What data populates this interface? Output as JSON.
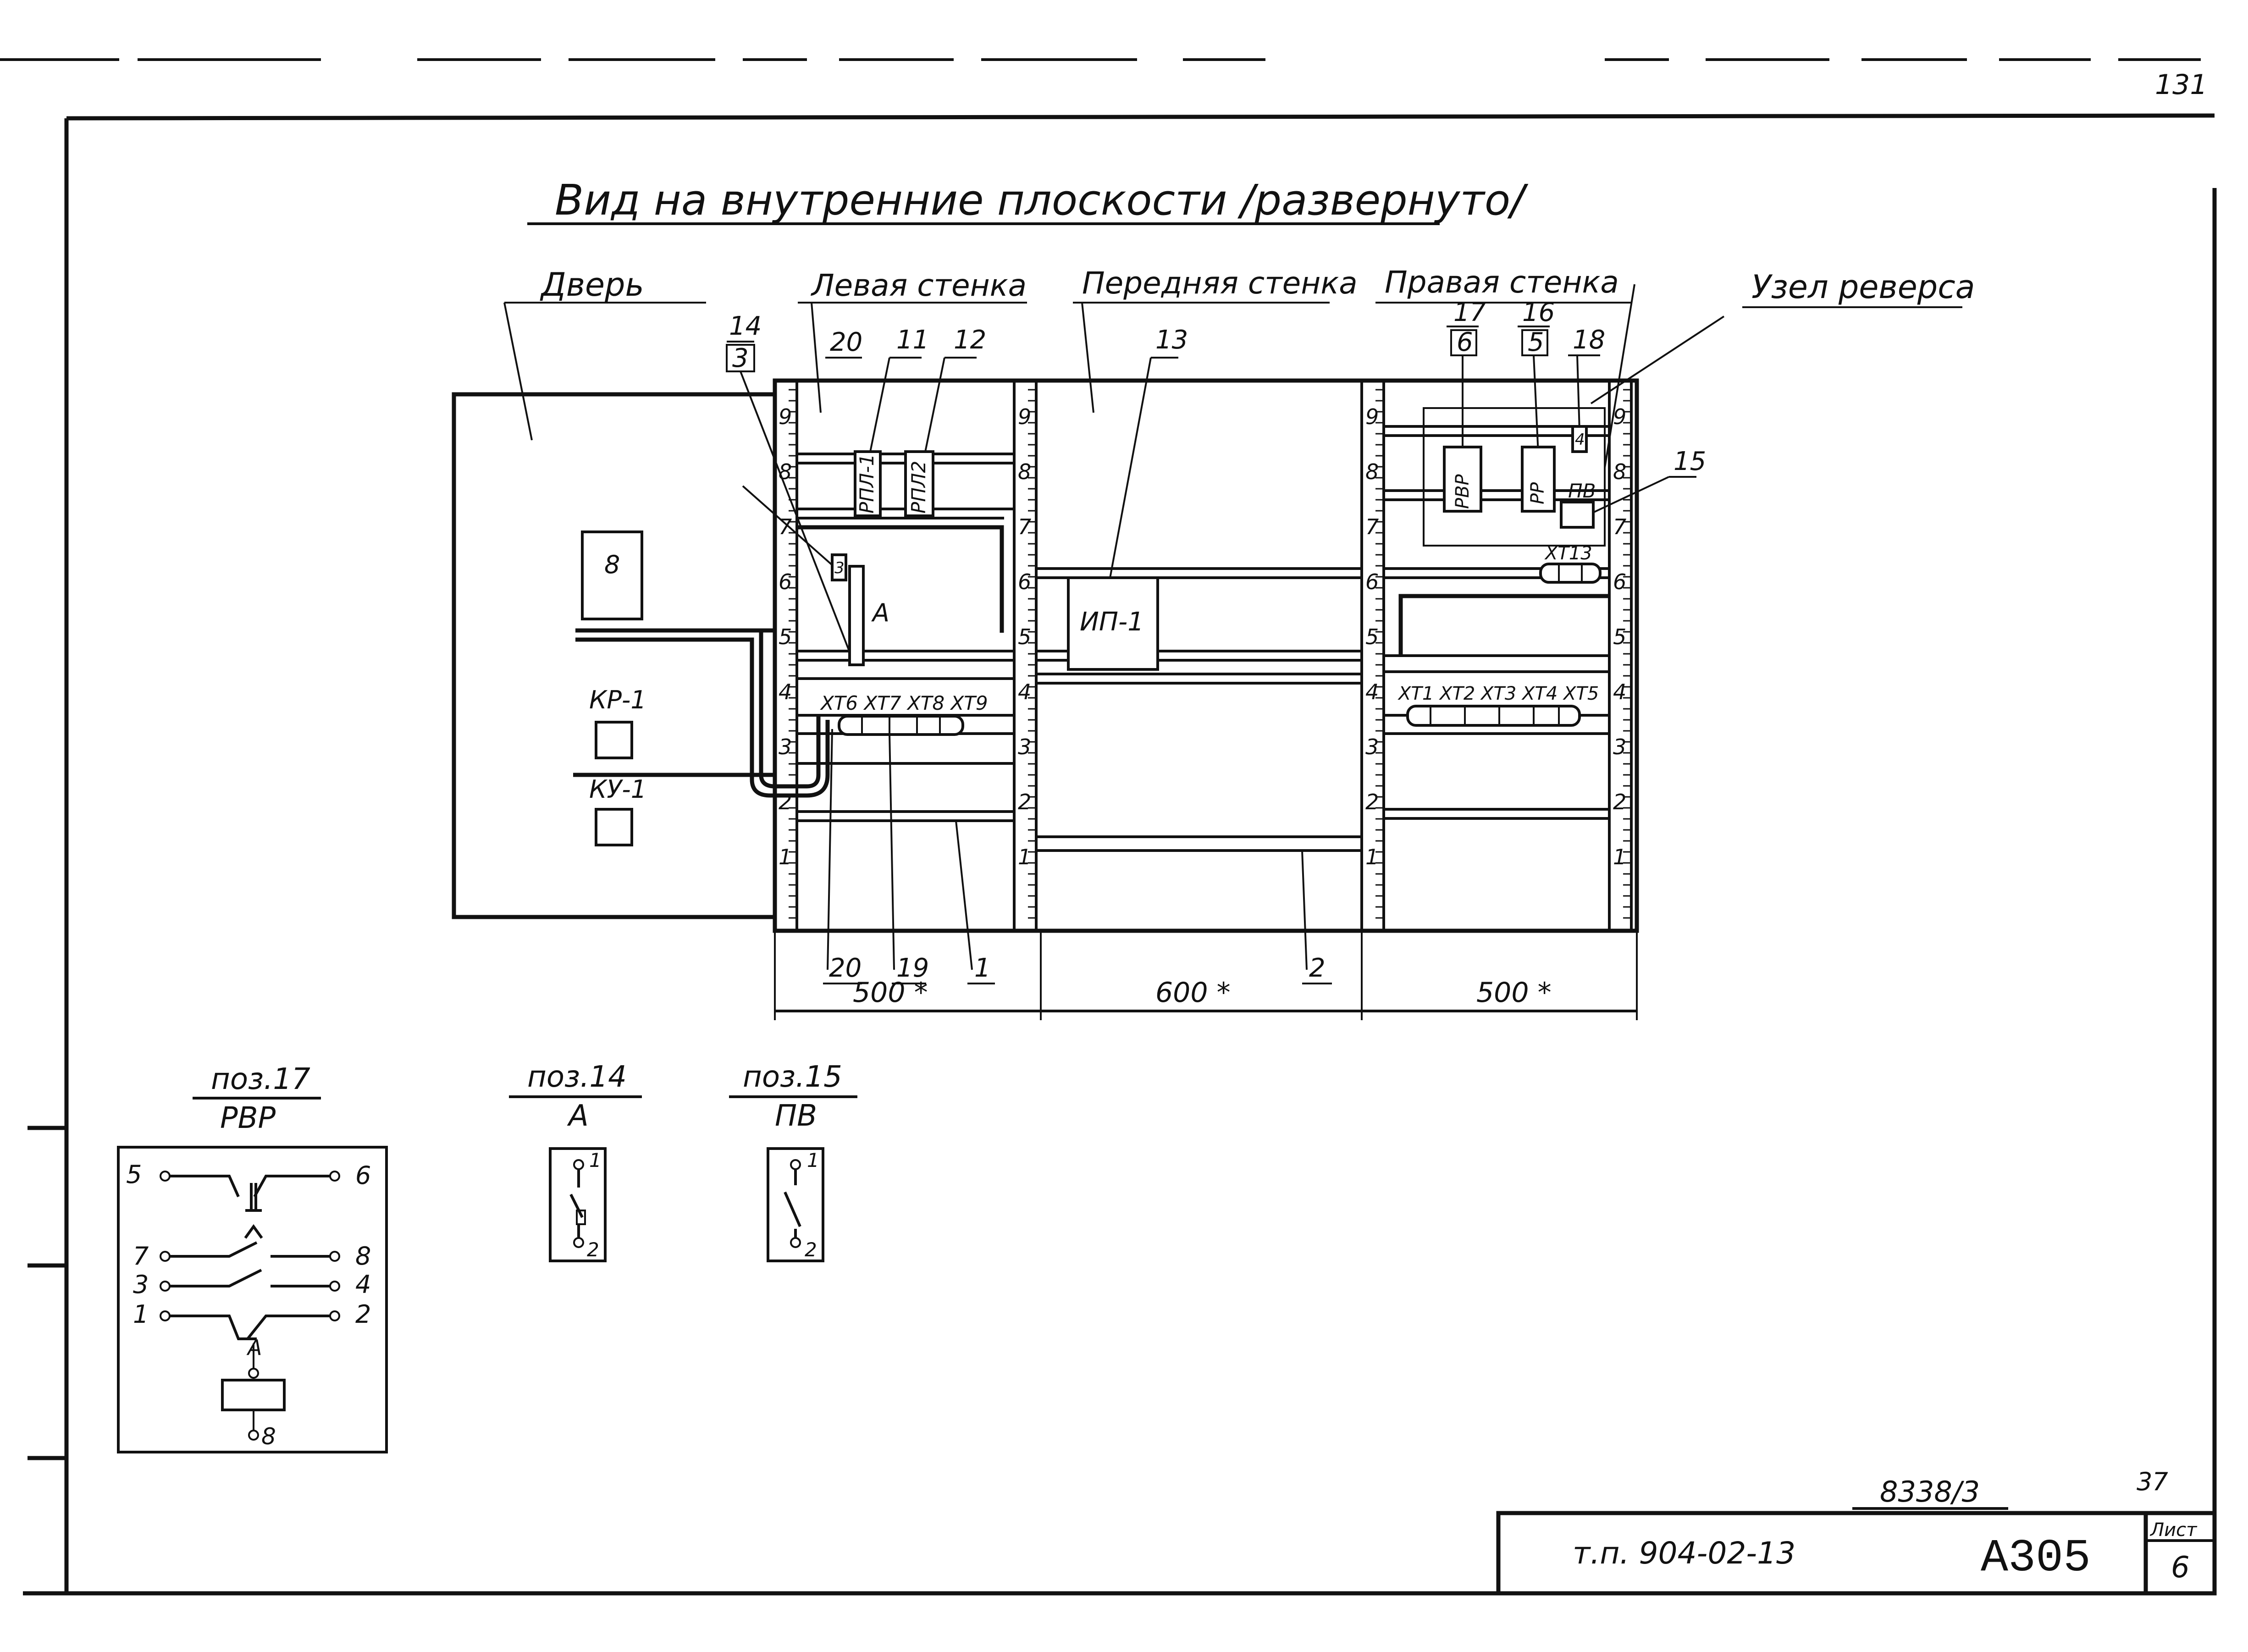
{
  "page_number_top": "131",
  "title": "Вид на внутренние плоскости /развернуто/",
  "sections": {
    "door": "Дверь",
    "left_wall": "Левая стенка",
    "front_wall": "Передняя стенка",
    "right_wall": "Правая стенка",
    "reverse_unit": "Узел реверса"
  },
  "door_items": {
    "box8": "8",
    "kr1": "КР-1",
    "ku1": "КУ-1"
  },
  "callouts": {
    "c14": "14",
    "c3": "3",
    "c20_top": "20",
    "c11": "11",
    "c12": "12",
    "c13": "13",
    "c17": "17",
    "c6": "6",
    "c16": "16",
    "c5": "5",
    "c18": "18",
    "c15": "15",
    "c20_bottom": "20",
    "c19": "19",
    "c1": "1",
    "c2": "2"
  },
  "devices": {
    "rpl1": "РПЛ-1",
    "rpl2": "РПЛ2",
    "a_label": "А",
    "small_box": "3",
    "ip1": "ИП-1",
    "rvr": "РВР",
    "rr": "РР",
    "pv": "ПВ",
    "small_right": "4"
  },
  "terminals_left": "ХТ6  ХТ7  ХТ8  ХТ9",
  "terminals_right": "ХТ1  ХТ2  ХТ3  ХТ4  ХТ5",
  "terminal_xt13": "ХТ13",
  "scale_numbers": [
    "9",
    "8",
    "7",
    "6",
    "5",
    "4",
    "3",
    "2",
    "1"
  ],
  "dimensions": {
    "left": "500 *",
    "middle": "600 *",
    "right": "500 *"
  },
  "details": {
    "pos17_top": "поз.17",
    "pos17_bottom": "РВР",
    "pos14_top": "поз.14",
    "pos14_bottom": "А",
    "pos15_top": "поз.15",
    "pos15_bottom": "ПВ"
  },
  "rvr_contacts": {
    "t5": "5",
    "t6": "6",
    "t7": "7",
    "t8": "8",
    "t3": "3",
    "t4": "4",
    "t1": "1",
    "t2": "2",
    "a": "А",
    "coil_bottom": "8"
  },
  "switch_terminals": {
    "a1": "1",
    "a2": "2",
    "pv1": "1",
    "pv2": "2"
  },
  "title_block": {
    "doc_number": "8338/3",
    "page_corner": "37",
    "series": "т.п. 904-02-13",
    "code": "А305",
    "sheet_label": "Лист",
    "sheet_number": "6"
  }
}
